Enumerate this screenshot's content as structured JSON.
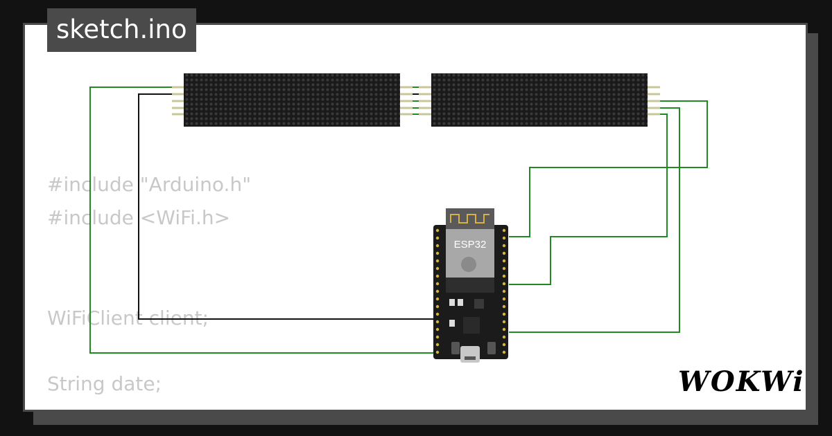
{
  "file_tab": {
    "title": "sketch.ino"
  },
  "code_lines": [
    "#include \"Arduino.h\"",
    "#include <WiFi.h>",
    "WiFiClient client;",
    "String date;"
  ],
  "board": {
    "label": "ESP32"
  },
  "logo": {
    "text": "WOKWi"
  },
  "colors": {
    "background": "#121212",
    "frame": "#4a4a4a",
    "wire_green": "#1f8a1f",
    "wire_black": "#111111",
    "matrix_body": "#1a1a1a",
    "code_text": "#c8c8c8"
  }
}
